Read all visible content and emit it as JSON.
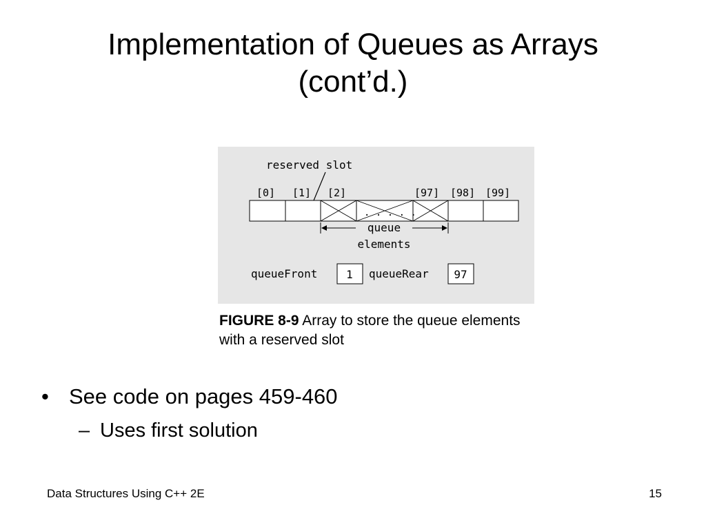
{
  "slide": {
    "title_line1": "Implementation of Queues as Arrays",
    "title_line2": "(cont’d.)"
  },
  "figure": {
    "reserved_label": "reserved slot",
    "indices": [
      "[0]",
      "[1]",
      "[2]",
      "[97]",
      "[98]",
      "[99]"
    ],
    "dots": ". . . . .",
    "queue_label_line1": "queue",
    "queue_label_line2": "elements",
    "front_label": "queueFront",
    "front_value": "1",
    "rear_label": "queueRear",
    "rear_value": "97",
    "caption_bold": "FIGURE 8-9",
    "caption_text": " Array to store the queue elements with a reserved slot"
  },
  "bullets": {
    "main_marker": "•",
    "main_text": "See code on pages 459-460",
    "sub_marker": "–",
    "sub_text": "Uses first solution"
  },
  "footer": {
    "left": "Data Structures Using C++ 2E",
    "page_number": "15"
  }
}
